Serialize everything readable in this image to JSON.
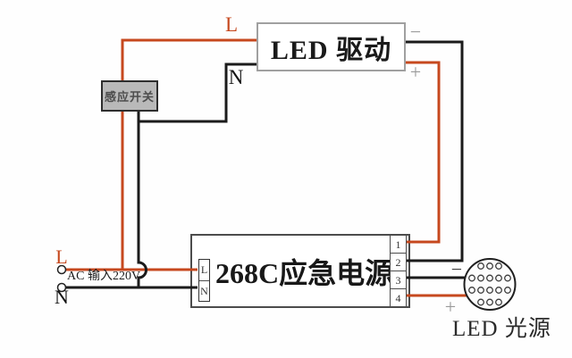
{
  "colors": {
    "live_wire": "#c6481e",
    "neutral_wire": "#1b1b1b"
  },
  "driver": {
    "title": "LED 驱动",
    "live_input_label": "L",
    "neutral_input_label": "N",
    "negative_output_label": "−",
    "positive_output_label": "+"
  },
  "sensor": {
    "label": "感应开关"
  },
  "psu": {
    "title": "268C应急电源",
    "left_terminals": [
      "L",
      "N"
    ],
    "right_terminals": [
      "1",
      "2",
      "3",
      "4"
    ]
  },
  "ac": {
    "live_label": "L",
    "neutral_label": "N",
    "input_label": "AC 输入220V"
  },
  "led": {
    "label": "LED 光源",
    "negative_label": "−",
    "positive_label": "+",
    "dot_rows": [
      3,
      5,
      5,
      3
    ]
  }
}
